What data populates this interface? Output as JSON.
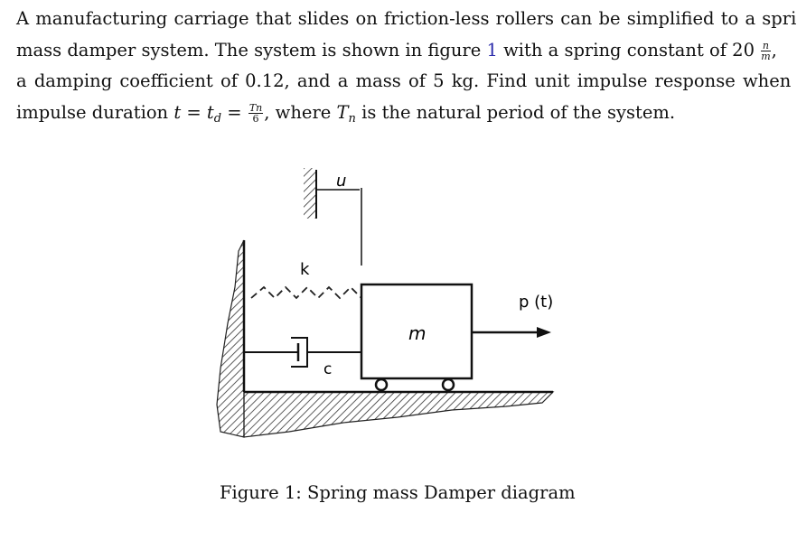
{
  "problem": {
    "line1": "A manufacturing carriage that slides on friction-less rollers can be simplified to a spring",
    "line2_a": "mass damper system. The system is shown in figure",
    "line2_ref": "1",
    "line2_b": "with a spring constant of 20",
    "unit_num": "n",
    "unit_den": "m",
    "unit_tail": ",",
    "line3": "a damping coefficient of 0.12, and a mass of 5 kg. Find unit impulse response when",
    "line4_a": "impulse duration",
    "t_var": "t",
    "eq1": "=",
    "td_var": "t",
    "td_sub": "d",
    "eq2": "=",
    "frac_num": "Tn",
    "frac_den": "6",
    "line4_b": ", where",
    "Tn_var": "T",
    "Tn_sub": "n",
    "line4_c": "is the natural period of the system."
  },
  "figure": {
    "label_u": "u",
    "label_k": "k",
    "label_m": "m",
    "label_c": "c",
    "label_p": "p (t)",
    "caption": "Figure 1: Spring mass Damper diagram"
  }
}
